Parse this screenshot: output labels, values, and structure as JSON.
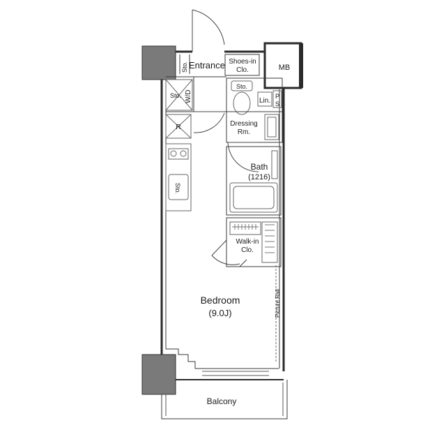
{
  "floor_plan": {
    "colors": {
      "wall": "#2b2b2b",
      "column": "#7a7a7a",
      "fixture": "#666666"
    },
    "rooms": {
      "entrance": "Entrance",
      "shoes_in_closet": [
        "Shoes-in",
        "Clo."
      ],
      "mb": "MB",
      "storage_small": "Sto.",
      "wd": "W/D",
      "ps": [
        "P",
        "S"
      ],
      "linen": "Lin.",
      "refrigerator": "R",
      "dressing_room": [
        "Dressing",
        "Rm."
      ],
      "bath": [
        "Bath",
        "(1216)"
      ],
      "walk_in_closet": [
        "Walk-in",
        "Clo."
      ],
      "bedroom": [
        "Bedroom",
        "(9.0J)"
      ],
      "picture_rail": "Picture Rail",
      "balcony": "Balcony"
    }
  }
}
